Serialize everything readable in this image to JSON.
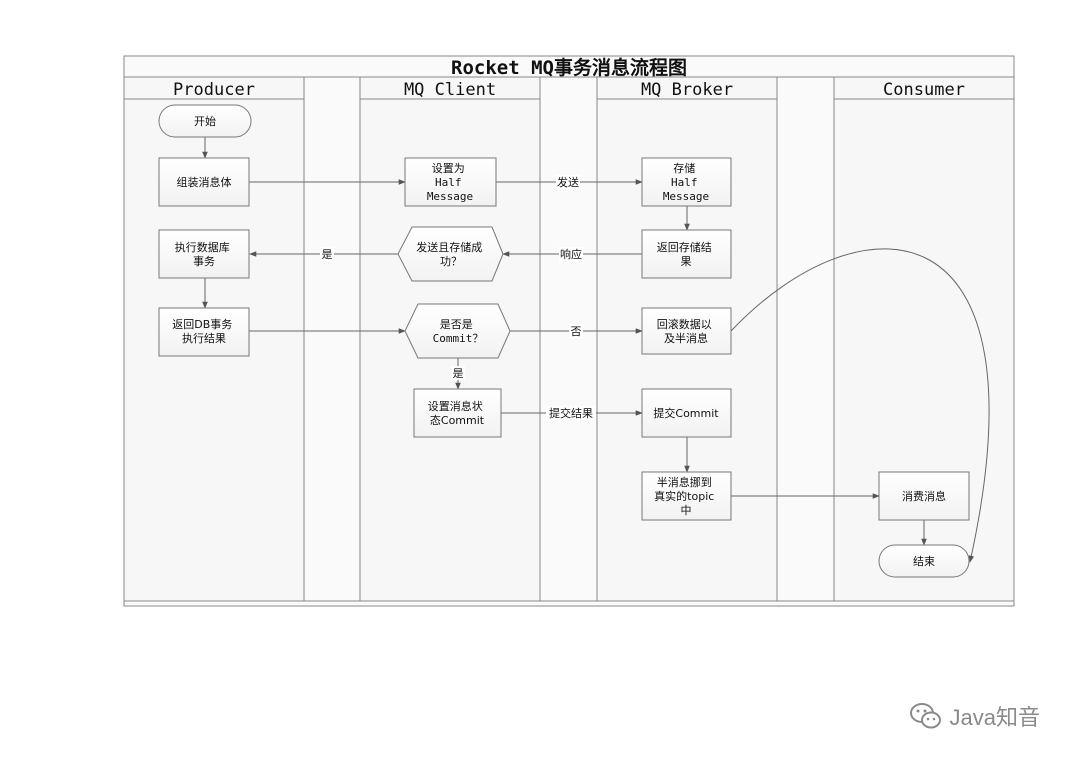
{
  "title": "Rocket MQ事务消息流程图",
  "lanes": [
    "Producer",
    "MQ Client",
    "MQ Broker",
    "Consumer"
  ],
  "nodes": {
    "start": [
      "开始"
    ],
    "assemble": [
      "组装消息体"
    ],
    "set_half": [
      "设置为",
      "Half",
      "Message"
    ],
    "store_half": [
      "存储",
      "Half",
      "Message"
    ],
    "return_store": [
      "返回存储结",
      "果"
    ],
    "send_ok": [
      "发送且存储成",
      "功？"
    ],
    "exec_db": [
      "执行数据库",
      "事务"
    ],
    "return_db": [
      "返回DB事务",
      "执行结果"
    ],
    "is_commit": [
      "是否是",
      "Commit？"
    ],
    "rollback": [
      "回滚数据以",
      "及半消息"
    ],
    "set_commit": [
      "设置消息状",
      "态Commit"
    ],
    "submit_commit": [
      "提交Commit"
    ],
    "move_half": [
      "半消息挪到",
      "真实的topic",
      "中"
    ],
    "consume": [
      "消费消息"
    ],
    "end": [
      "结束"
    ]
  },
  "edge_labels": {
    "send": "发送",
    "respond": "响应",
    "yes_left": "是",
    "no": "否",
    "yes_down": "是",
    "submit_result": "提交结果"
  },
  "watermark": "Java知音"
}
